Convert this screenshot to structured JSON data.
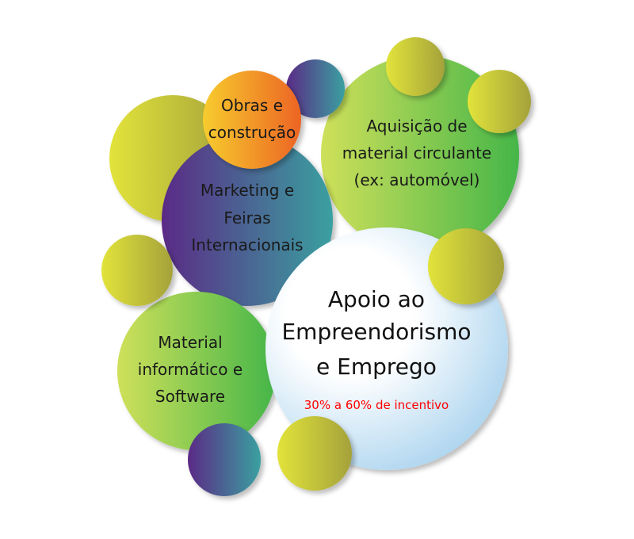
{
  "bubbles": {
    "obras": {
      "lines": [
        "Obras e",
        "construção"
      ]
    },
    "marketing": {
      "lines": [
        "Marketing e",
        "Feiras",
        "Internacionais"
      ]
    },
    "aquisicao": {
      "lines": [
        "Aquisição de",
        "material circulante",
        "(ex: automóvel)"
      ]
    },
    "material": {
      "lines": [
        "Material",
        "informático e",
        "Software"
      ]
    },
    "apoio": {
      "lines": [
        "Apoio ao",
        "Empreendorismo",
        "e Emprego"
      ],
      "incentive": "30% a 60% de incentivo"
    }
  },
  "colors": {
    "olive_start": "#e2e33a",
    "olive_end": "#a4a23a",
    "purple": "#5b2a86",
    "teal": "#3aa0a0",
    "orange_start": "#f7cc2e",
    "orange_end": "#ec6424",
    "green_start": "#cfe05a",
    "green_end": "#45b649",
    "blue_end": "#a8d2ee",
    "incentive_red": "#ff0000"
  }
}
